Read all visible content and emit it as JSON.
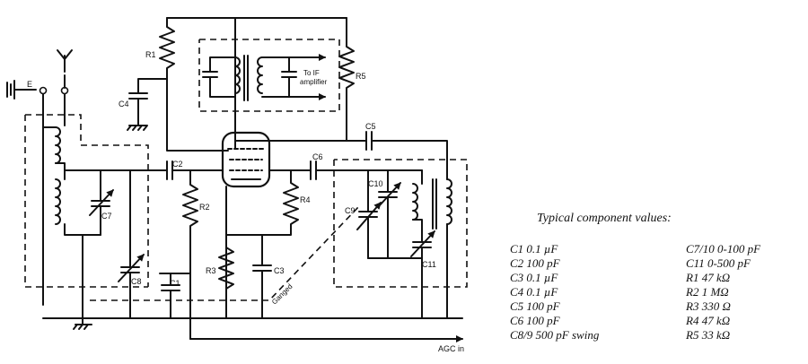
{
  "diagram": {
    "labels": {
      "E": "E",
      "R1": "R1",
      "R2": "R2",
      "R3": "R3",
      "R4": "R4",
      "R5": "R5",
      "C1": "C1",
      "C2": "C2",
      "C3": "C3",
      "C4": "C4",
      "C5": "C5",
      "C6": "C6",
      "C7": "C7",
      "C8": "C8",
      "C9": "C9",
      "C10": "C10",
      "C11": "C11",
      "to_if_1": "To IF",
      "to_if_2": "amplifier",
      "ganged": "Ganged",
      "agc": "AGC in"
    }
  },
  "components_table": {
    "title": "Typical component values:",
    "left": [
      "C1 0.1 µF",
      "C2 100 pF",
      "C3 0.1 µF",
      "C4 0.1 µF",
      "C5 100 pF",
      "C6 100 pF",
      "C8/9 500 pF swing"
    ],
    "right": [
      "C7/10 0-100 pF",
      "C11 0-500 pF",
      "R1 47 kΩ",
      "R2 1 MΩ",
      "R3 330 Ω",
      "R4 47 kΩ",
      "R5 33 kΩ"
    ]
  }
}
